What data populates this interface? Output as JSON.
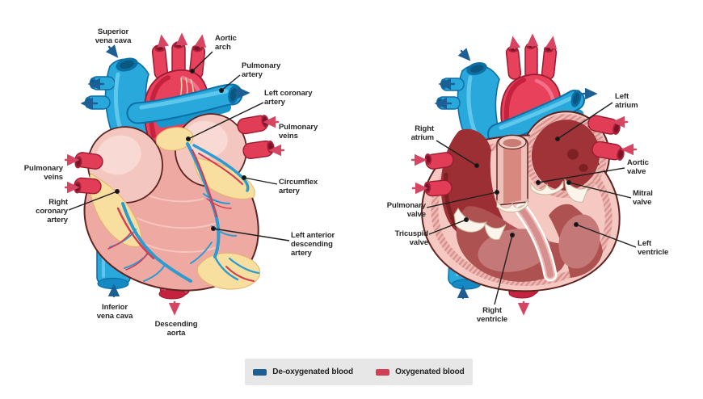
{
  "diagram": {
    "left": {
      "name": "heart-external-view",
      "labels": {
        "superior_vena_cava": "Superior\nvena cava",
        "aortic_arch": "Aortic\narch",
        "pulmonary_artery": "Pulmonary\nartery",
        "left_coronary_artery": "Left coronary\nartery",
        "pulmonary_veins_right": "Pulmonary\nveins",
        "pulmonary_veins_left": "Pulmonary\nveins",
        "circumflex_artery": "Circumflex\nartery",
        "right_coronary_artery": "Right\ncoronary\nartery",
        "left_anterior_descending_artery": "Left anterior\ndescending\nartery",
        "inferior_vena_cava": "Inferior\nvena cava",
        "descending_aorta": "Descending\naorta"
      }
    },
    "right": {
      "name": "heart-cross-section-view",
      "labels": {
        "right_atrium": "Right\natrium",
        "left_atrium": "Left\natrium",
        "aortic_valve": "Aortic\nvalve",
        "mitral_valve": "Mitral\nvalve",
        "pulmonary_valve": "Pulmonary\nvalve",
        "tricuspid_valve": "Tricuspid\nvalve",
        "right_ventricle": "Right\nventricle",
        "left_ventricle": "Left\nventricle"
      }
    }
  },
  "legend": {
    "items": [
      {
        "label": "De-oxygenated blood",
        "color": "#1d5f92"
      },
      {
        "label": "Oxygenated blood",
        "color": "#d23f55"
      }
    ]
  },
  "colors": {
    "deoxygenated_vessel": "#29a8dc",
    "oxygenated_vessel": "#e8415c",
    "heart_muscle": "#efa9a3",
    "auricle_pink": "#f4c6c0",
    "epicardial_fat": "#f8dfa0",
    "chamber_dark_red": "#9c2f33",
    "ventricle_red": "#ad5151",
    "arrow_blue": "#1d5e95",
    "arrow_red": "#d64561",
    "label_text": "#272727",
    "legend_background": "#e7e7e7"
  }
}
